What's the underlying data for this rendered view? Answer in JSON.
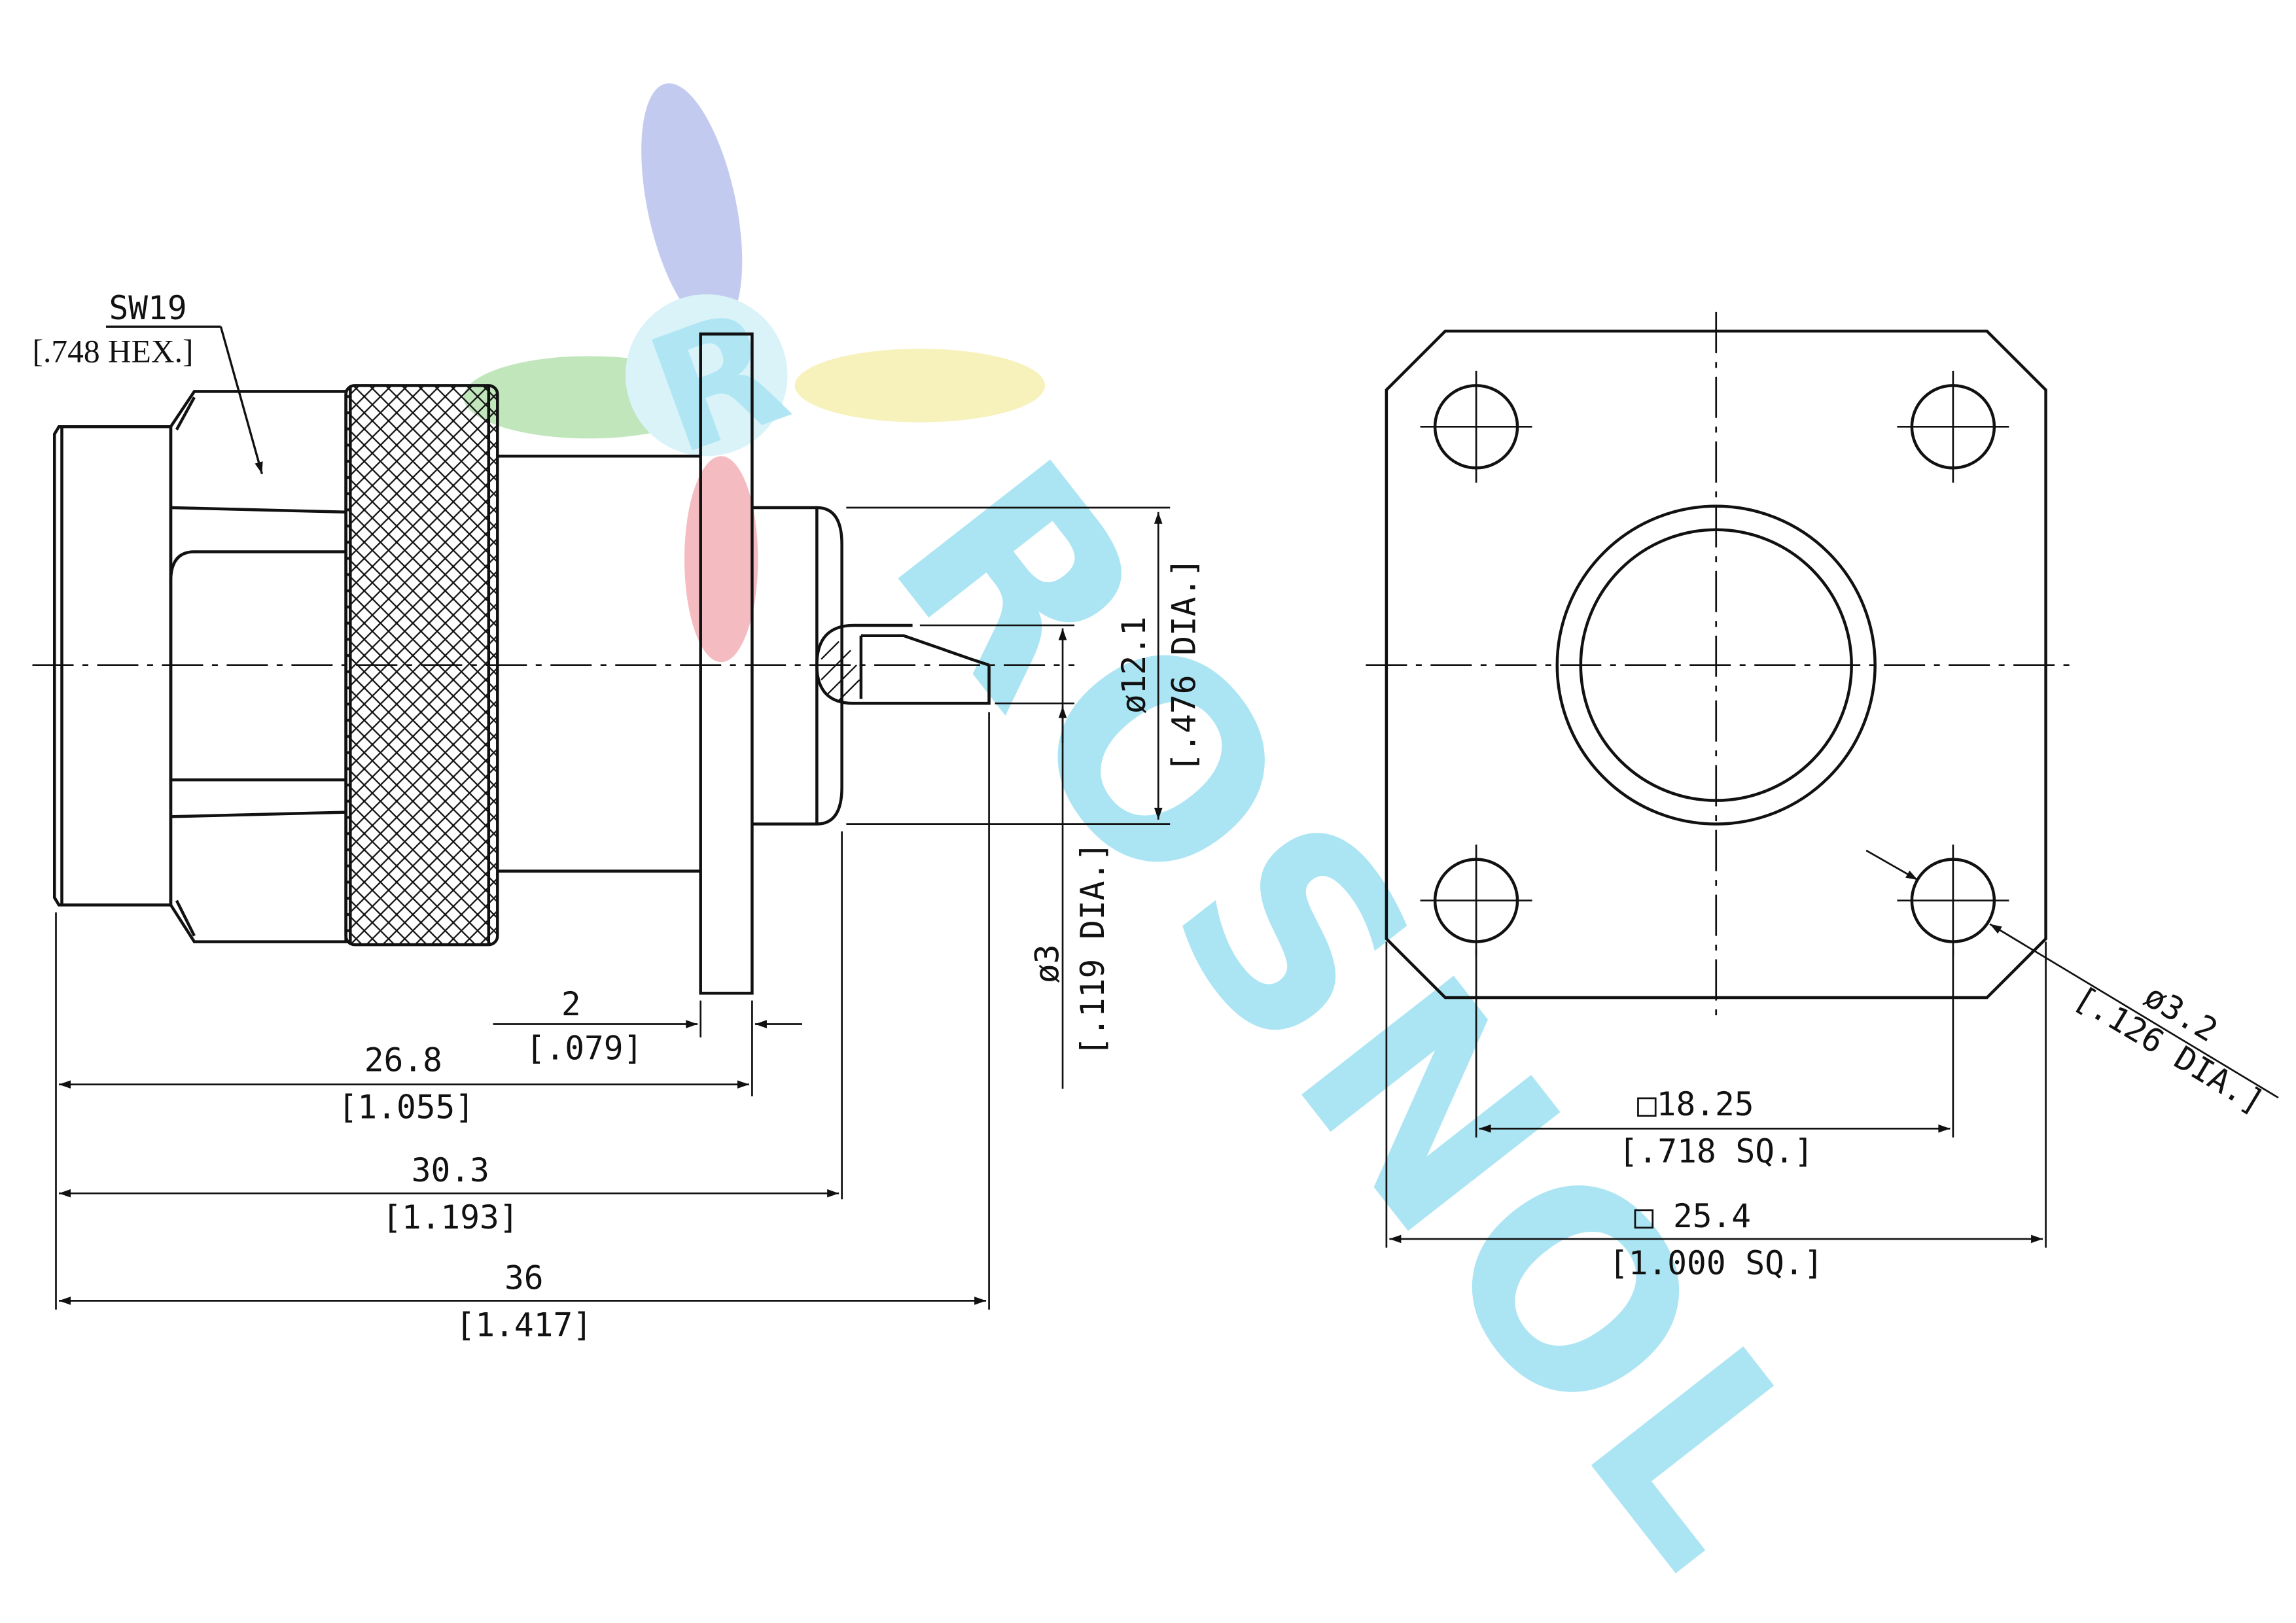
{
  "watermark": {
    "text": "ROSNOL",
    "colors": {
      "cyan": "#8fdcf0",
      "blue": "#a8b4e8",
      "green": "#a6dca0",
      "yellow": "#f4eda0",
      "red": "#f0a0a6"
    }
  },
  "side_view": {
    "hex_label": "SW19",
    "hex_label_inch": "[.748 HEX.]",
    "flange_thickness": "2",
    "flange_thickness_inch": "[.079]",
    "length_to_flange": "26.8",
    "length_to_flange_inch": "[1.055]",
    "length_to_body": "30.3",
    "length_to_body_inch": "[1.193]",
    "overall_length": "36",
    "overall_length_inch": "[1.417]",
    "body_diameter": "ø12.1",
    "body_diameter_inch": "[.476 DIA.]",
    "pin_diameter": "ø3",
    "pin_diameter_inch": "[.119 DIA.]"
  },
  "front_view": {
    "hole_spacing": "□18.25",
    "hole_spacing_inch": "[.718 SQ.]",
    "flange_size": "□ 25.4",
    "flange_size_inch": "[1.000 SQ.]",
    "hole_diameter": "ø3.2",
    "hole_diameter_inch": "[.126 DIA.]"
  }
}
